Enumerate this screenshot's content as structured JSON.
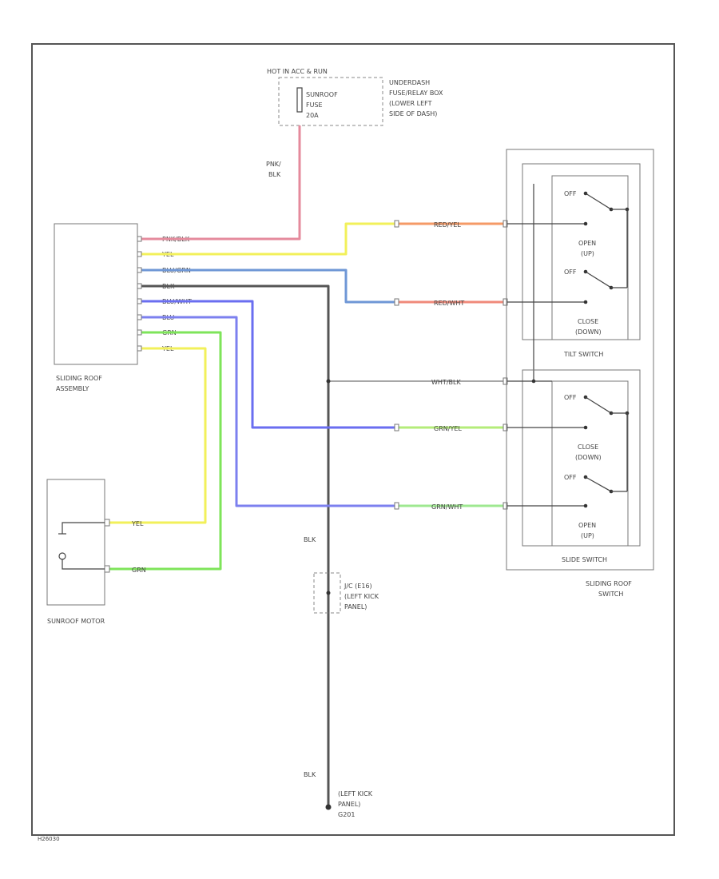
{
  "fuse_box": {
    "header": "HOT IN ACC & RUN",
    "fuse_label": [
      "SUNROOF",
      "FUSE",
      "20A"
    ],
    "location": [
      "UNDERDASH",
      "FUSE/RELAY BOX",
      "(LOWER LEFT",
      "SIDE OF DASH)"
    ]
  },
  "fuse_wire_label": [
    "PNK/",
    "BLK"
  ],
  "assembly": {
    "pins": [
      "PNK/BLK",
      "YEL",
      "BLU/GRN",
      "BLK",
      "BLU/WHT",
      "BLU",
      "GRN",
      "YEL"
    ],
    "name": [
      "SLIDING ROOF",
      "ASSEMBLY"
    ]
  },
  "motor_switch": {
    "name": "SUNROOF MOTOR",
    "wire_labels": [
      "YEL",
      "GRN"
    ]
  },
  "wire_labels": {
    "red_yel": "RED/YEL",
    "red_wht": "RED/WHT",
    "wht_blk": "WHT/BLK",
    "grn_yel": "GRN/YEL",
    "grn_wht": "GRN/WHT",
    "blk_upper": "BLK",
    "blk_lower": "BLK"
  },
  "tilt_switch": {
    "off1": "OFF",
    "off2": "OFF",
    "open": [
      "OPEN",
      "(UP)"
    ],
    "close": [
      "CLOSE",
      "(DOWN)"
    ],
    "name": "TILT SWITCH"
  },
  "slide_switch": {
    "off1": "OFF",
    "off2": "OFF",
    "close": [
      "CLOSE",
      "(DOWN)"
    ],
    "open": [
      "OPEN",
      "(UP)"
    ],
    "name": "SLIDE SWITCH"
  },
  "roof_switch_name": [
    "SLIDING ROOF",
    "SWITCH"
  ],
  "junction": [
    "J/C (E16)",
    "(LEFT KICK",
    "PANEL)"
  ],
  "ground": [
    "(LEFT KICK",
    "PANEL)",
    "G201"
  ],
  "figure_id": "H26030",
  "wire_colors": {
    "pnk_blk": "#e58a9c",
    "yel": "#f2f05a",
    "blu_grn": "#6f97d6",
    "blk": "#555555",
    "blu_wht": "#6a6ef0",
    "blu": "#7c80ef",
    "grn": "#7ee45a",
    "red_yel": "#f59a66",
    "red_wht": "#f08a7a",
    "wht_blk": "#8a8a8a",
    "grn_yel": "#b4ec7a",
    "grn_wht": "#9ee890"
  }
}
